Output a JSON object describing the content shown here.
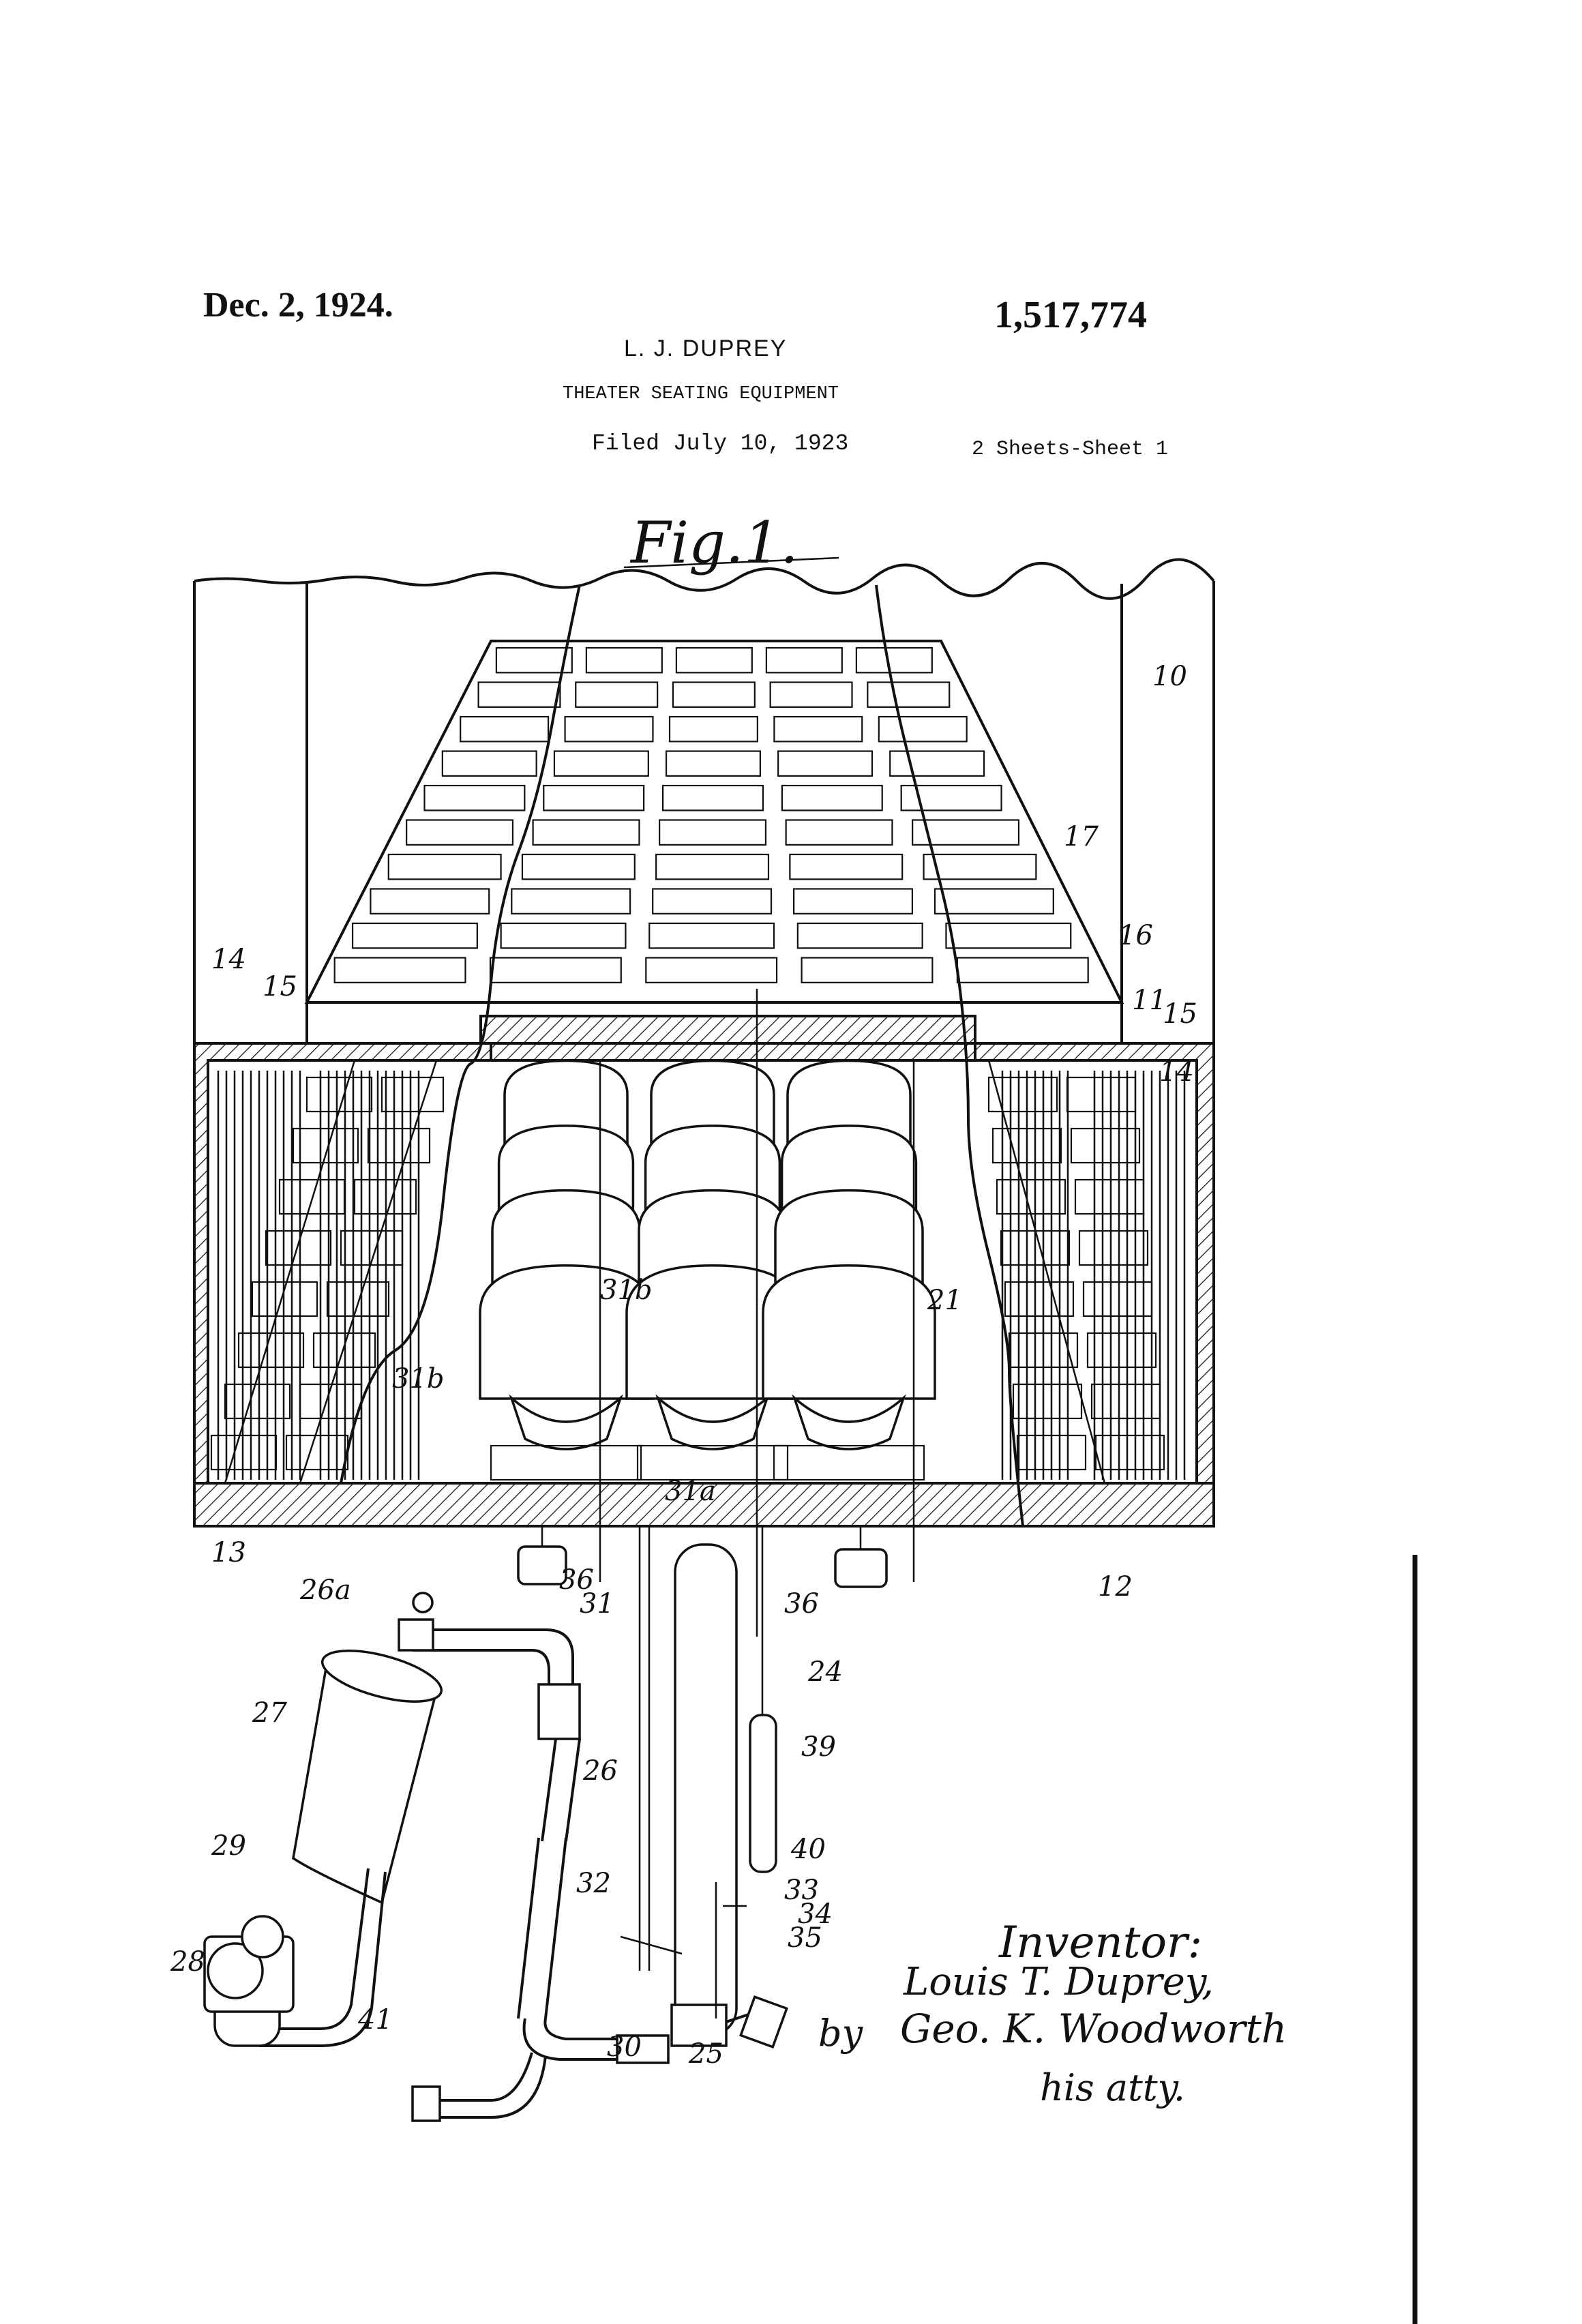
{
  "header": {
    "date": "Dec. 2, 1924.",
    "patent_number": "1,517,774",
    "inventor_name": "L. J. DUPREY",
    "title": "THEATER SEATING EQUIPMENT",
    "filed": "Filed July 10, 1923",
    "sheets": "2 Sheets-Sheet 1"
  },
  "figure": {
    "label": "Fig.1.",
    "reference_numerals": [
      "10",
      "17",
      "16",
      "11",
      "15",
      "14",
      "14",
      "15",
      "13",
      "12",
      "21",
      "31b",
      "31b",
      "31a",
      "36",
      "31",
      "36",
      "24",
      "26a",
      "27",
      "26",
      "39",
      "29",
      "28",
      "40",
      "32",
      "33",
      "34",
      "35",
      "41",
      "30",
      "25"
    ]
  },
  "signature": {
    "inventor_label": "Inventor:",
    "inventor_name": "Louis T. Duprey,",
    "attorney_prefix": "by",
    "attorney_name": "Geo. K. Woodworth",
    "attorney_title": "his atty."
  }
}
